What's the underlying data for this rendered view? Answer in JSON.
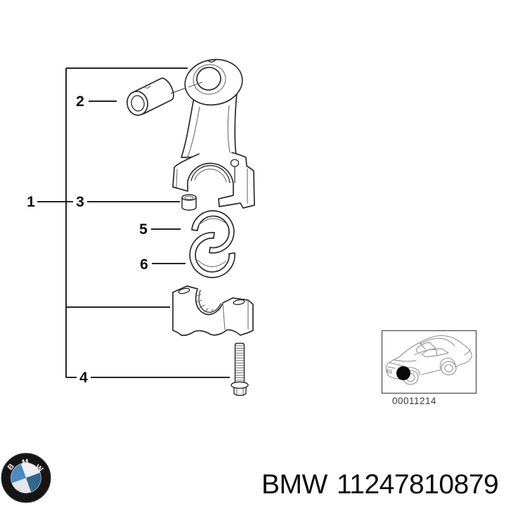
{
  "diagram": {
    "callouts": [
      {
        "label": "1"
      },
      {
        "label": "2"
      },
      {
        "label": "3"
      },
      {
        "label": "4"
      },
      {
        "label": "5"
      },
      {
        "label": "6"
      }
    ],
    "thumbnail": {
      "code": "00011214"
    }
  },
  "footer": {
    "brand": "BMW",
    "part_number": "11247810879"
  },
  "logo": {
    "letters": [
      "B",
      "M",
      "W"
    ]
  },
  "colors": {
    "background": "#ffffff",
    "drawing_line": "#2b2b2b",
    "detail_line": "#6e6e6e",
    "label_text": "#0a0a0a",
    "car_line": "#8a8a8a",
    "thumbnail_border": "#4a4a4a",
    "roundel_black": "#151515",
    "roundel_blue_light": "#4b8bbf",
    "roundel_blue_dark": "#33678f",
    "roundel_white": "#edf0f2"
  }
}
